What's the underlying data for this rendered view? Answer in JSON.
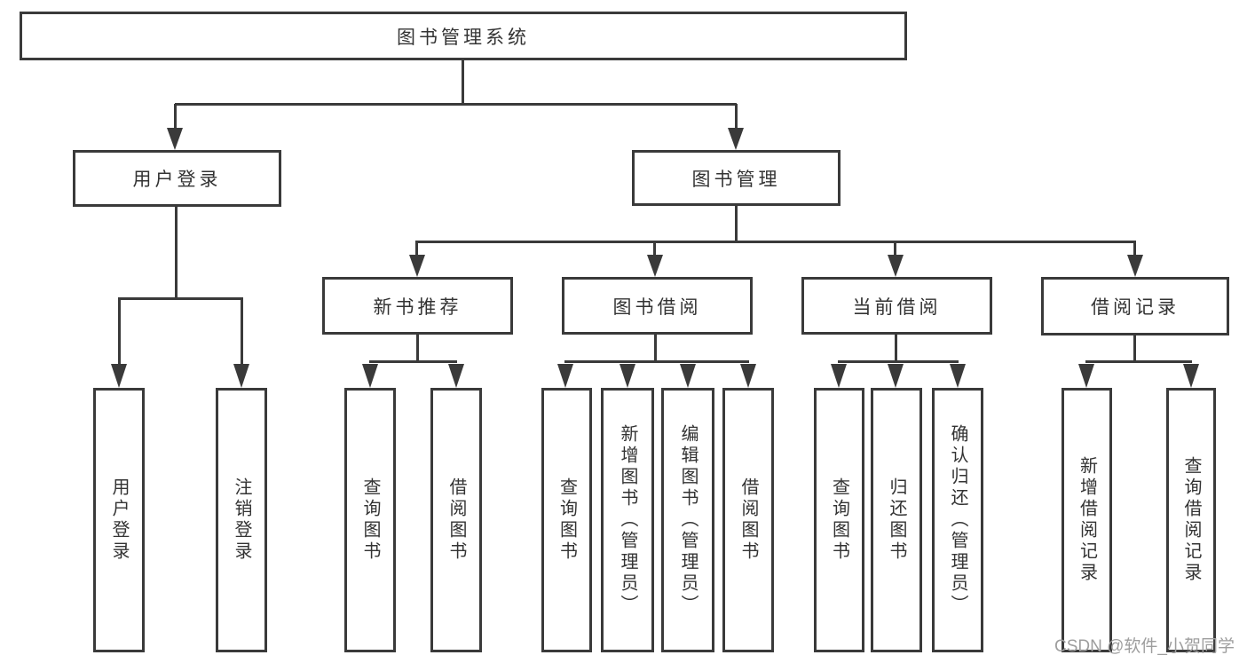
{
  "nodes": {
    "root": "图书管理系统",
    "level2": [
      "用户登录",
      "图书管理"
    ],
    "level3": [
      "新书推荐",
      "图书借阅",
      "当前借阅",
      "借阅记录"
    ],
    "leaves": {
      "user_login": [
        "用户登录",
        "注销登录"
      ],
      "new_books": [
        "查询图书",
        "借阅图书"
      ],
      "book_borrow": [
        "查询图书",
        "新增图书（管理员）",
        "编辑图书（管理员）",
        "借阅图书"
      ],
      "current_borrow": [
        "查询图书",
        "归还图书",
        "确认归还（管理员）"
      ],
      "borrow_records": [
        "新增借阅记录",
        "查询借阅记录"
      ]
    }
  },
  "watermark": "CSDN @软件_小贺同学",
  "colors": {
    "line": "#3a3a3a",
    "text": "#333333",
    "watermark": "#9e9e9e",
    "background": "#ffffff"
  }
}
